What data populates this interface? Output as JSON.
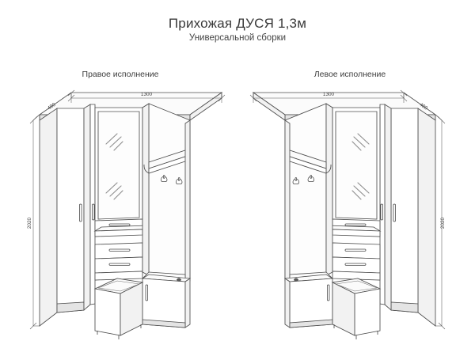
{
  "header": {
    "title": "Прихожая ДУСЯ 1,3м",
    "subtitle": "Универсальной сборки"
  },
  "variants": [
    {
      "id": "right",
      "label": "Правое исполнение",
      "mirrored": false,
      "dimensions": {
        "width": "1300",
        "depth": "480",
        "height": "2020"
      }
    },
    {
      "id": "left",
      "label": "Левое исполнение",
      "mirrored": true,
      "dimensions": {
        "width": "1300",
        "depth": "480",
        "height": "2020"
      }
    }
  ],
  "components": {
    "wardrobe": "wardrobe-tall-door",
    "mirror_door": "mirror-door",
    "drawers_count": 3,
    "hooks_count": 2,
    "shelf": "hat-shelf",
    "lower_cabinet": "lower-cabinet-door",
    "ottoman": "shoe-ottoman-box"
  },
  "colors": {
    "line": "#4d4d4d",
    "face": "#ffffff",
    "shade": "#f2f2f2",
    "glint": "#8d8d8d",
    "text": "#3a3a3a"
  }
}
